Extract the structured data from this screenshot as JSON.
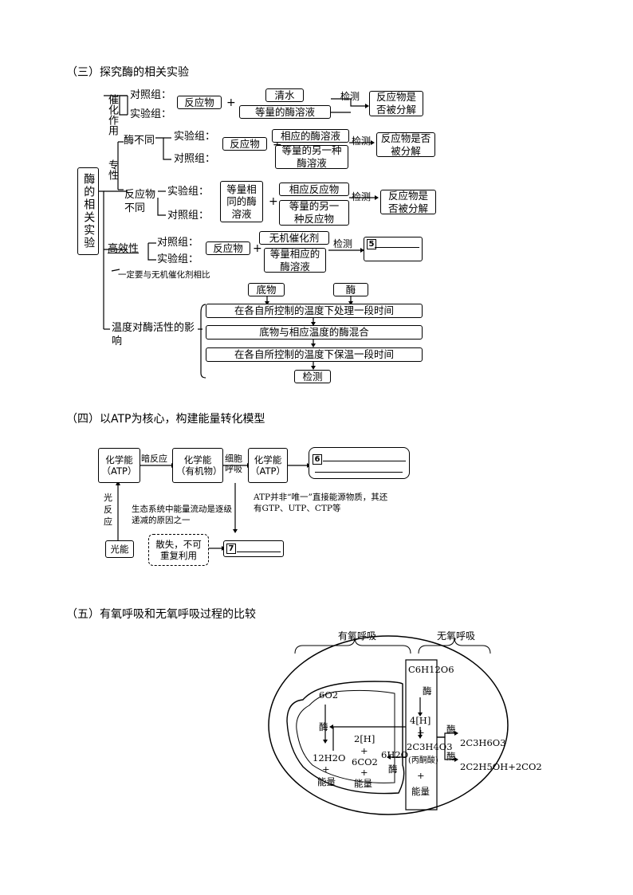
{
  "section3": {
    "title": "（三）探究酶的相关实验",
    "root": "酶的相关实验",
    "catalysis": {
      "label": "催化作用",
      "control": "对照组：",
      "experiment": "实验组：",
      "reactant": "反应物",
      "water": "清水",
      "enzyme": "等量的酶溶液",
      "detect": "检测",
      "result": "反应物是否被分解"
    },
    "specificity": {
      "label": "专性",
      "enzyme_diff": "酶不同",
      "experiment": "实验组：",
      "control": "对照组：",
      "reactant": "反应物",
      "enzyme_a": "相应的酶溶液",
      "enzyme_b": "等量的另一种酶溶液",
      "detect": "检测",
      "result": "反应物是否被分解",
      "reactant_diff": "反应物不同",
      "experiment2": "实验组：",
      "control2": "对照组：",
      "same_enzyme": "等量相同的酶溶液",
      "reactant_a": "相应反应物",
      "reactant_b": "等量的另一种反应物",
      "detect2": "检测",
      "result2": "反应物是否被分解"
    },
    "efficiency": {
      "label": "高效性",
      "control": "对照组：",
      "experiment": "实验组：",
      "reactant": "反应物",
      "catalyst": "无机催化剂",
      "enzyme": "等量相应的酶溶液",
      "detect": "检测",
      "blank_no": "5",
      "note": "一定要与无机催化剂相比"
    },
    "temperature": {
      "label": "温度对酶活性的影响",
      "substrate": "底物",
      "enzyme": "酶",
      "step1": "在各自所控制的温度下处理一段时间",
      "step2": "底物与相应温度的酶混合",
      "step3": "在各自所控制的温度下保温一段时间",
      "step4": "检测"
    }
  },
  "section4": {
    "title": "（四）以ATP为核心，构建能量转化模型",
    "atp1": "化学能（ATP）",
    "dark": "暗反应",
    "organic": "化学能（有机物）",
    "respiration": "细胞呼吸",
    "atp2": "化学能（ATP）",
    "blank6": "6",
    "light_reaction": "光反应",
    "light": "光能",
    "note1": "生态系统中能量流动是逐级递减的原因之一",
    "note2": "ATP并非“唯一”直接能源物质，其还有GTP、UTP、CTP等",
    "loss": "散失，不可重复利用",
    "blank7": "7"
  },
  "section5": {
    "title": "（五）有氧呼吸和无氧呼吸过程的比较",
    "aerobic": "有氧呼吸",
    "anaerobic": "无氧呼吸",
    "glucose": "C6H12O6",
    "enzyme": "酶",
    "o2": "6O2",
    "h4": "4[H]",
    "plus": "+",
    "pyruvate": "2C3H4O3",
    "pyruvate_name": "(丙酮酸)",
    "energy": "能量",
    "h2": "2[H]",
    "water12": "12H2O",
    "co2": "6CO2",
    "water6": "6H2O",
    "lactic": "2C3H6O3",
    "ethanol": "2C2H5OH+2CO2"
  }
}
